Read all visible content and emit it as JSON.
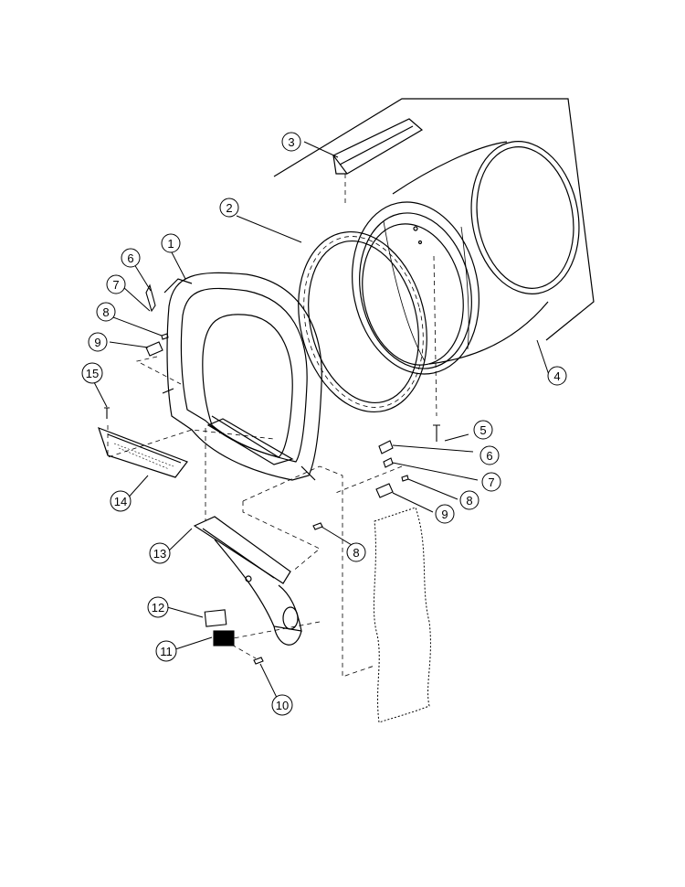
{
  "diagram": {
    "callouts": [
      {
        "id": "c1",
        "label": "1"
      },
      {
        "id": "c2",
        "label": "2"
      },
      {
        "id": "c3",
        "label": "3"
      },
      {
        "id": "c4",
        "label": "4"
      },
      {
        "id": "c5",
        "label": "5"
      },
      {
        "id": "c6a",
        "label": "6"
      },
      {
        "id": "c6b",
        "label": "6"
      },
      {
        "id": "c7a",
        "label": "7"
      },
      {
        "id": "c7b",
        "label": "7"
      },
      {
        "id": "c8a",
        "label": "8"
      },
      {
        "id": "c8b",
        "label": "8"
      },
      {
        "id": "c8c",
        "label": "8"
      },
      {
        "id": "c9a",
        "label": "9"
      },
      {
        "id": "c9b",
        "label": "9"
      },
      {
        "id": "c10",
        "label": "10"
      },
      {
        "id": "c11",
        "label": "11"
      },
      {
        "id": "c12",
        "label": "12"
      },
      {
        "id": "c13",
        "label": "13"
      },
      {
        "id": "c14",
        "label": "14"
      },
      {
        "id": "c15",
        "label": "15"
      }
    ]
  }
}
